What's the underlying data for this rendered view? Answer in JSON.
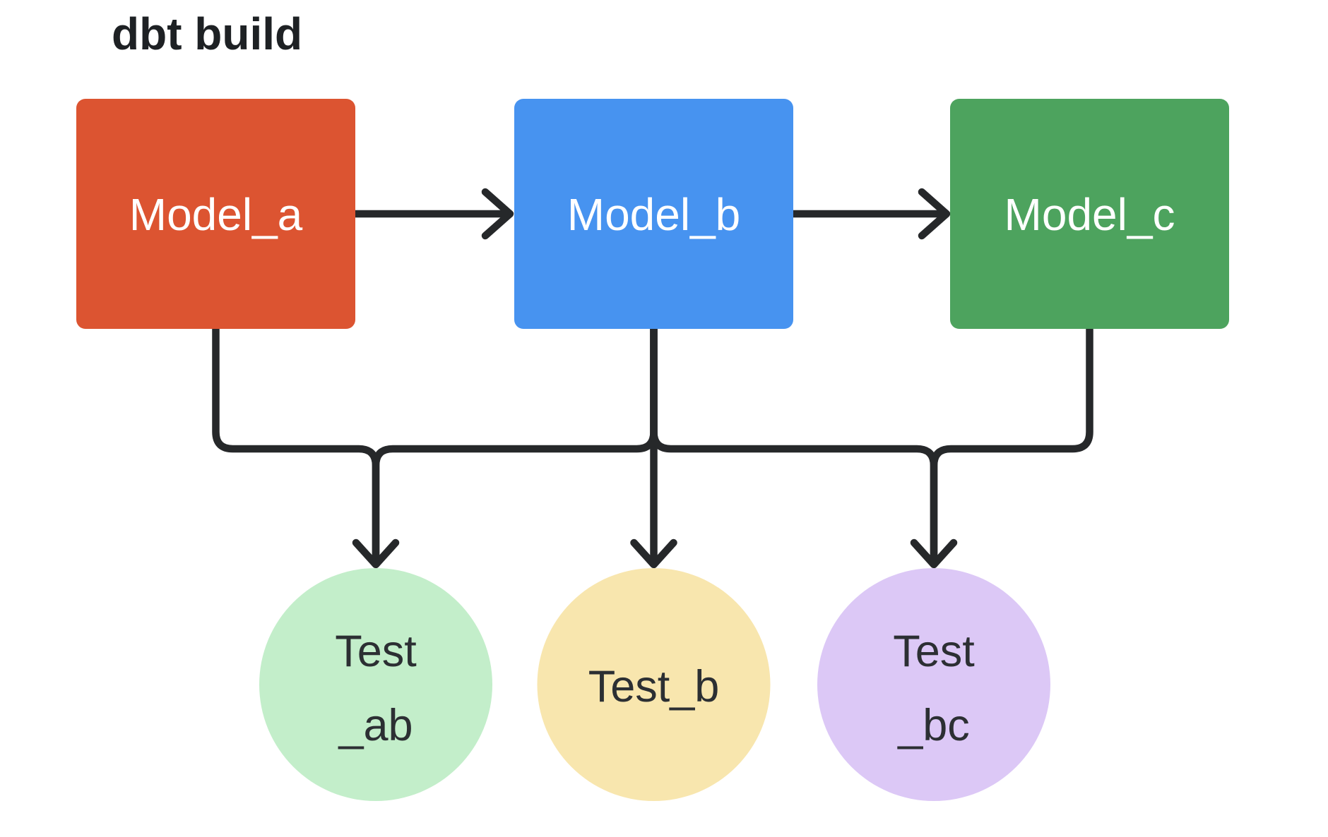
{
  "title": "dbt build",
  "colors": {
    "background": "#FFFFFF",
    "connector": "#26282A",
    "title_text": "#1E2124",
    "model_label_text": "#FFFFFF",
    "test_label_text": "#2C2F33"
  },
  "diagram": {
    "model_nodes": [
      {
        "id": "model_a",
        "label": "Model_a",
        "color": "#DC5431"
      },
      {
        "id": "model_b",
        "label": "Model_b",
        "color": "#4793F0"
      },
      {
        "id": "model_c",
        "label": "Model_c",
        "color": "#4DA35E"
      }
    ],
    "test_nodes": [
      {
        "id": "test_ab",
        "label_lines": [
          "Test",
          "_ab"
        ],
        "color": "#C3EECA"
      },
      {
        "id": "test_b",
        "label_lines": [
          "Test_b"
        ],
        "color": "#F8E6AE"
      },
      {
        "id": "test_bc",
        "label_lines": [
          "Test",
          "_bc"
        ],
        "color": "#DCC8F6"
      }
    ],
    "edges": [
      {
        "from": "Model_a",
        "to": "Model_b",
        "type": "arrow"
      },
      {
        "from": "Model_b",
        "to": "Model_c",
        "type": "arrow"
      },
      {
        "from": "Model_a",
        "to": "Test_ab",
        "type": "arrow"
      },
      {
        "from": "Model_b",
        "to": "Test_ab",
        "type": "arrow"
      },
      {
        "from": "Model_b",
        "to": "Test_b",
        "type": "arrow"
      },
      {
        "from": "Model_b",
        "to": "Test_bc",
        "type": "arrow"
      },
      {
        "from": "Model_c",
        "to": "Test_bc",
        "type": "arrow"
      }
    ]
  }
}
